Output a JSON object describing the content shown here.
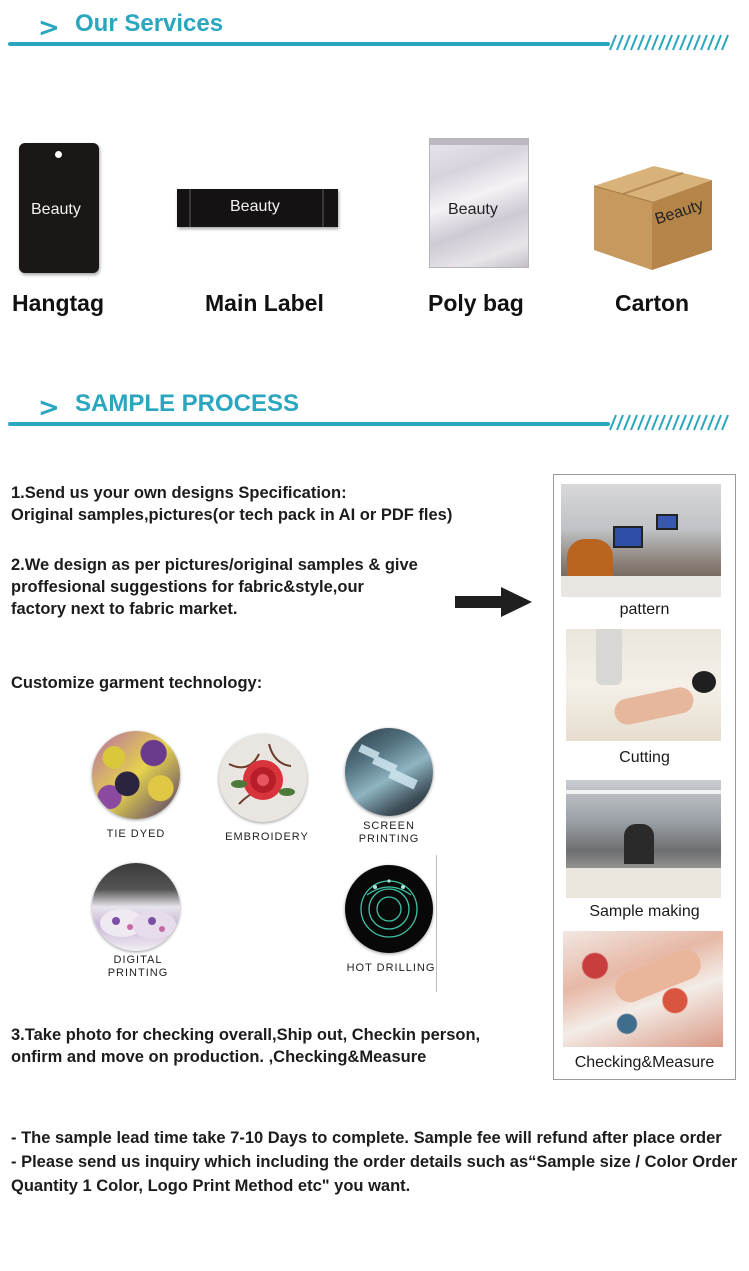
{
  "services": {
    "title": "Our Services",
    "chevron": ">",
    "items": [
      {
        "label": "Hangtag",
        "print": "Beauty"
      },
      {
        "label": "Main Label",
        "print": "Beauty"
      },
      {
        "label": "Poly bag",
        "print": "Beauty"
      },
      {
        "label": "Carton",
        "print": "Beauty"
      }
    ]
  },
  "sample_process": {
    "title": "SAMPLE PROCESS",
    "chevron": ">",
    "step1_line1": "1.Send us your own designs Specification:",
    "step1_line2": "Original samples,pictures(or tech pack in AI or PDF fles)",
    "step2_line1": "2.We design as per pictures/original samples & give",
    "step2_line2": "proffesional suggestions for fabric&style,our",
    "step2_line3": "factory next to fabric market.",
    "customize_title": "Customize garment technology:",
    "tech": [
      {
        "label": "TIE DYED"
      },
      {
        "label": "EMBROIDERY"
      },
      {
        "label_line1": "SCREEN",
        "label_line2": "PRINTING"
      },
      {
        "label_line1": "DIGITAL",
        "label_line2": "PRINTING"
      },
      {
        "label": "HOT DRILLING"
      }
    ],
    "step3_line1": "3.Take photo for checking overall,Ship out, Checkin person,",
    "step3_line2": "onfirm and move on production. ,Checking&Measure",
    "photos": [
      {
        "caption": "pattern"
      },
      {
        "caption": "Cutting"
      },
      {
        "caption": "Sample making"
      },
      {
        "caption": "Checking&Measure"
      }
    ]
  },
  "notes": {
    "line1": "- The sample lead time take 7-10 Days to complete. Sample fee will refund after place order",
    "line2": "- Please send us inquiry which including the order details such as“Sample size / Color Order Quantity 1 Color, Logo Print Method etc\" you want."
  },
  "colors": {
    "accent": "#2aa7bf",
    "text": "#1c1c1c"
  }
}
